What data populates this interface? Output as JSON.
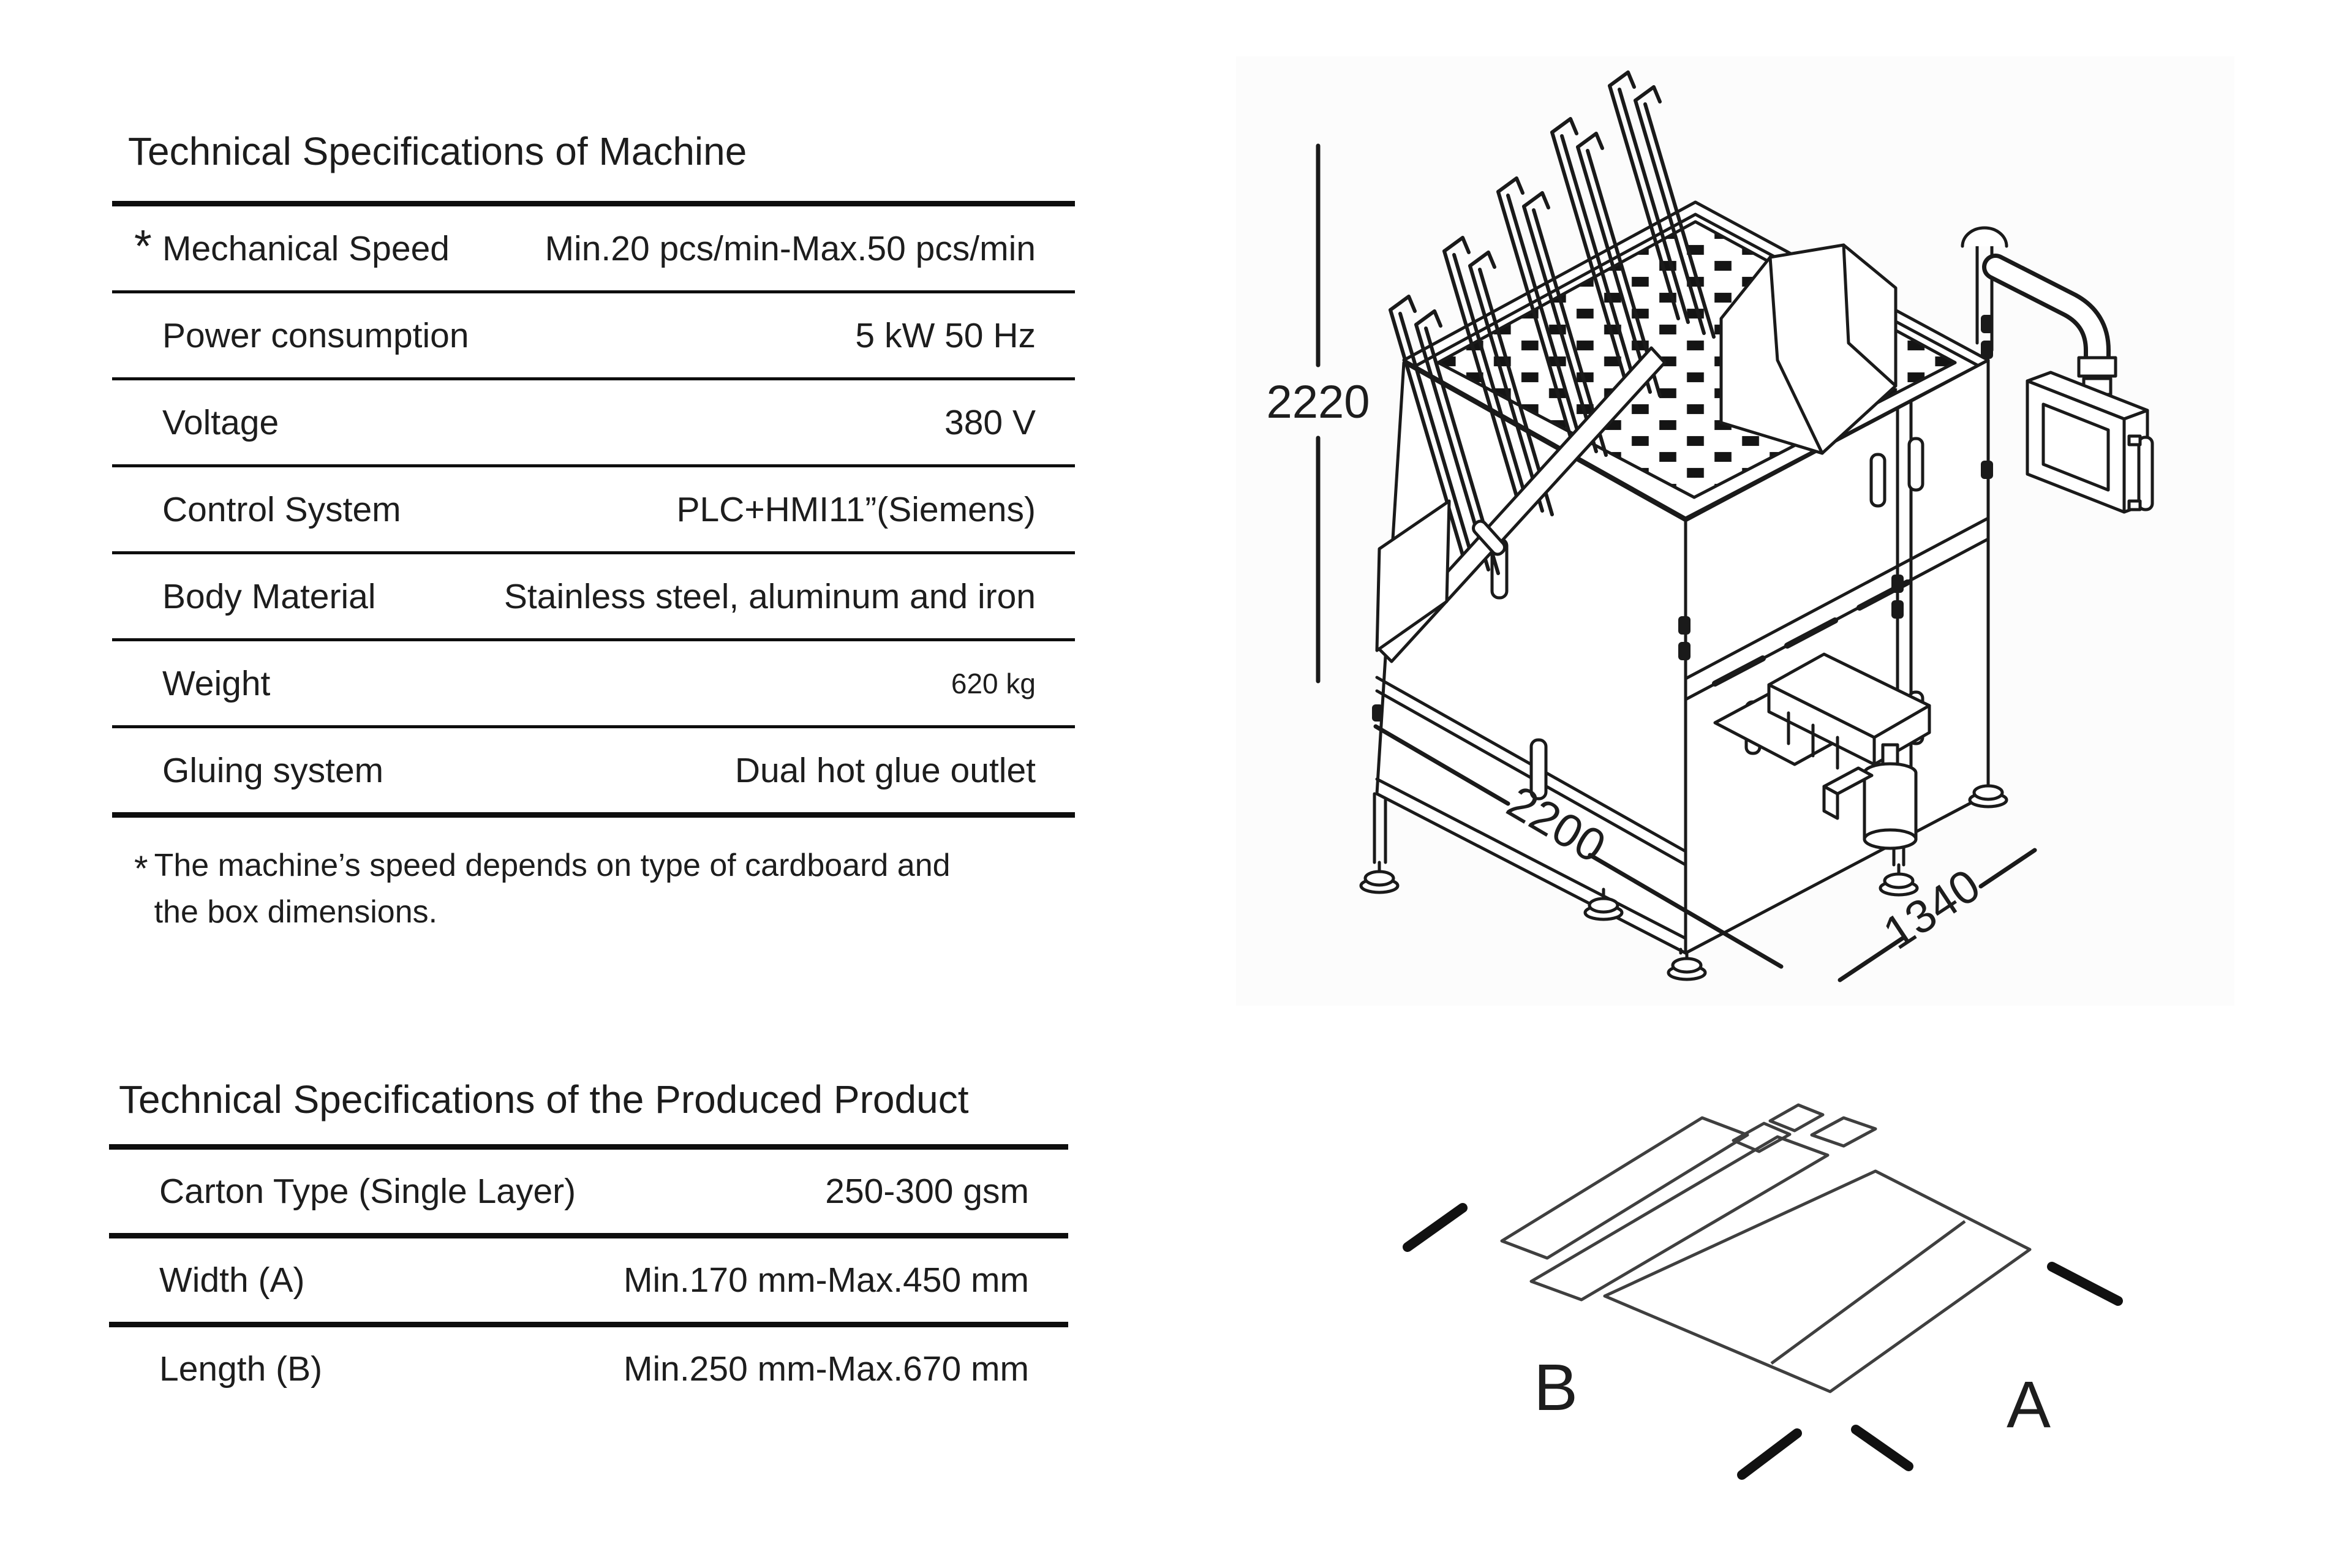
{
  "page": {
    "background": "#ffffff",
    "ink_color": "#1d1d1d",
    "rule_color": "#0e0e0e",
    "drawing_stroke_color": "#1a1a1a",
    "carton_stroke_color": "#3f3f3f"
  },
  "machine_table": {
    "title": "Technical Specifications of Machine",
    "rows": [
      {
        "label": "Mechanical Speed",
        "value": "Min.20 pcs/min-Max.50 pcs/min",
        "flag": "*"
      },
      {
        "label": "Power consumption",
        "value": "5 kW 50 Hz"
      },
      {
        "label": "Voltage",
        "value": "380 V"
      },
      {
        "label": "Control System",
        "value": "PLC+HMI11”(Siemens)"
      },
      {
        "label": "Body Material",
        "value": "Stainless steel, aluminum and iron"
      },
      {
        "label": "Weight",
        "value": "620 kg"
      },
      {
        "label": "Gluing system",
        "value": "Dual hot glue outlet"
      }
    ],
    "footnote": {
      "marker": "*",
      "line1": "The machine’s speed depends on type of cardboard and",
      "line2": "the box dimensions."
    }
  },
  "product_table": {
    "title": "Technical Specifications of the Produced Product",
    "rows": [
      {
        "label": "Carton Type (Single Layer)",
        "value": "250-300 gsm"
      },
      {
        "label": "Width (A)",
        "value": "Min.170 mm-Max.450 mm"
      },
      {
        "label": "Length (B)",
        "value": "Min.250 mm-Max.670 mm"
      }
    ]
  },
  "machine_drawing": {
    "description": "isometric line drawing of carton forming machine",
    "dimension_height_mm": "2220",
    "dimension_width_mm": "2200",
    "dimension_depth_mm": "1340"
  },
  "blank_drawing": {
    "description": "flat carton blank outline",
    "length_label": "B",
    "width_label": "A"
  }
}
